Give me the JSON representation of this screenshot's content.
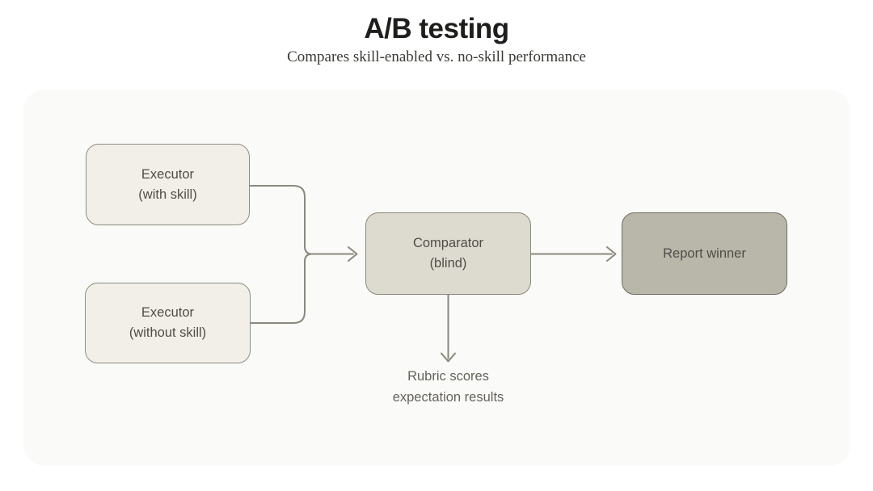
{
  "title": "A/B testing",
  "subtitle": "Compares skill-enabled vs. no-skill performance",
  "nodes": {
    "executor_with_skill": {
      "label": "Executor\n(with skill)"
    },
    "executor_without_skill": {
      "label": "Executor\n(without skill)"
    },
    "comparator": {
      "label": "Comparator\n(blind)"
    },
    "report_winner": {
      "label": "Report winner"
    }
  },
  "annotation": {
    "label": "Rubric scores\nexpectation results"
  },
  "colors": {
    "canvas_bg": "#FAFAF8",
    "executor_fill": "#F1EFE8",
    "executor_border": "#8F8D81",
    "comparator_fill": "#DDDBD0",
    "comparator_border": "#8A887C",
    "report_fill": "#B9B6AA",
    "report_border": "#6E6C63",
    "line": "#8A887D",
    "node_text": "#4F4D47",
    "title_text": "#1E1E1C",
    "subtitle_text": "#3B3A34",
    "annotation_text": "#64625A"
  }
}
